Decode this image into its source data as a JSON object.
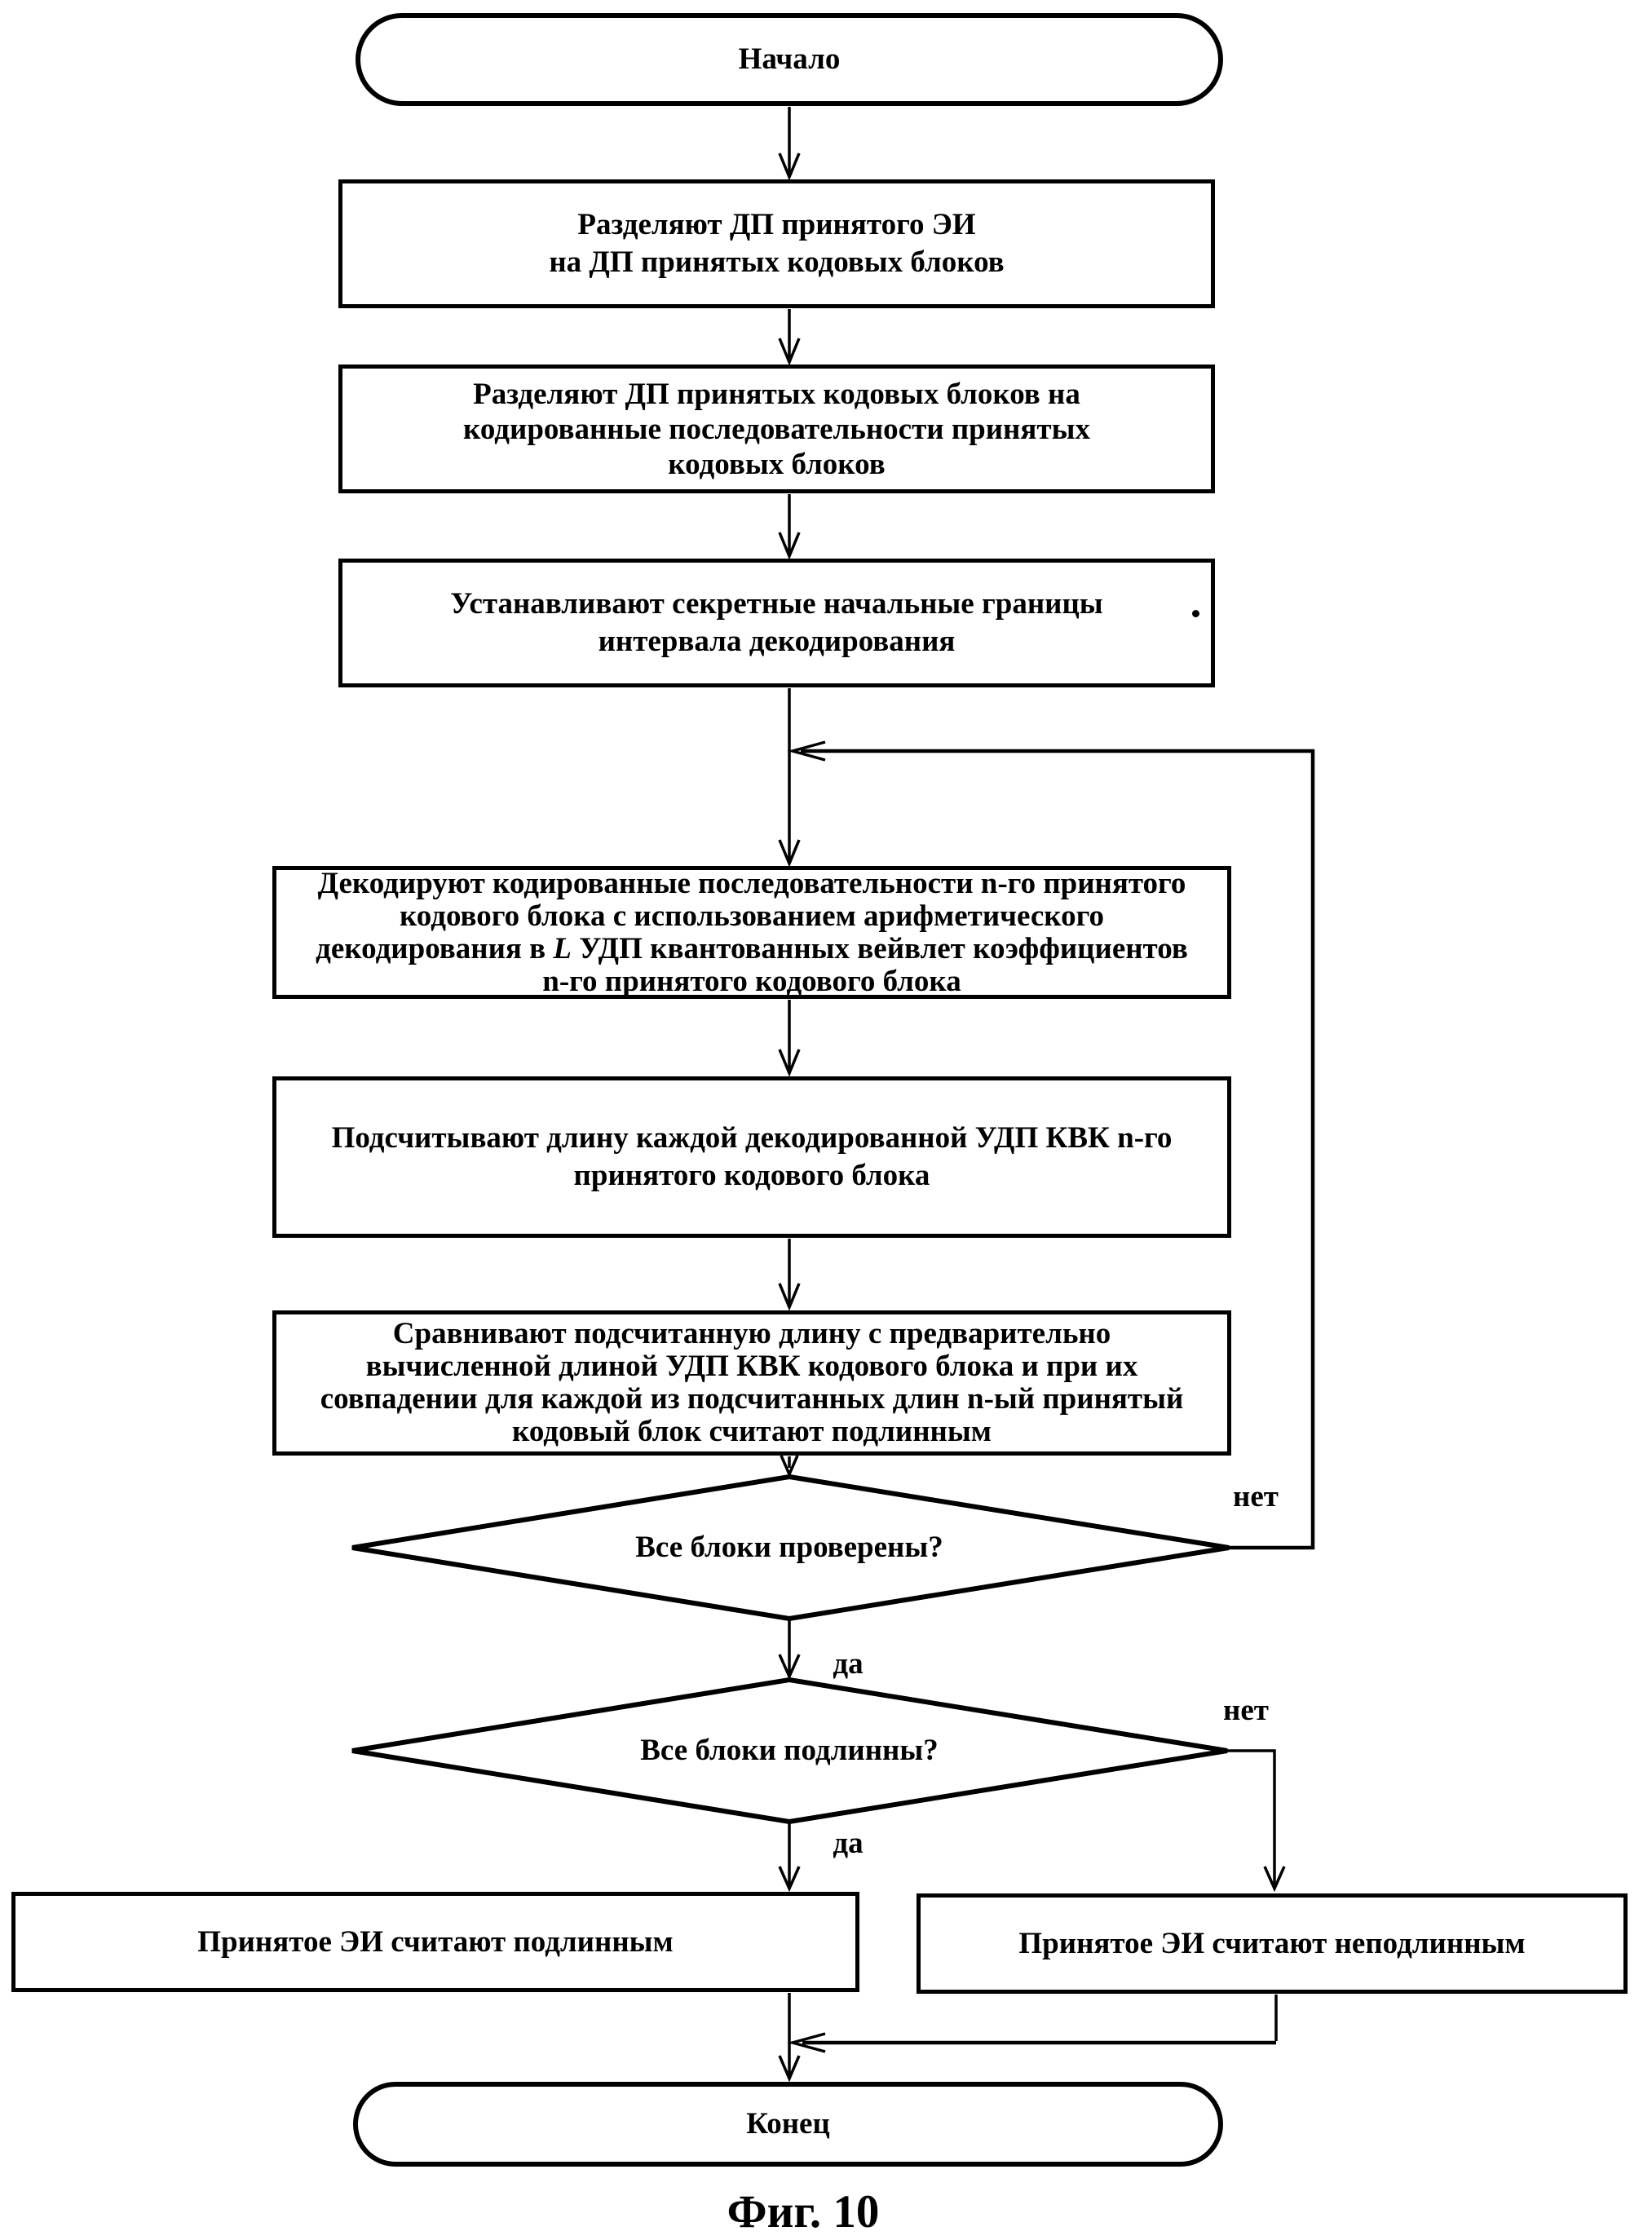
{
  "terminators": {
    "start": "Начало",
    "end": "Конец"
  },
  "steps": {
    "split_ei": {
      "lines": [
        "Разделяют ДП принятого ЭИ",
        "на ДП принятых кодовых блоков"
      ]
    },
    "split_blocks": {
      "lines": [
        "Разделяют ДП принятых кодовых блоков на",
        "кодированные последовательности принятых",
        "кодовых блоков"
      ]
    },
    "set_bounds": {
      "lines": [
        "Устанавливают секретные начальные границы",
        "интервала декодирования"
      ]
    },
    "decode": {
      "lines": [
        "Декодируют кодированные последовательности n-го принятого",
        "кодового блока с использованием арифметического"
      ],
      "line3_prefix": "декодирования в ",
      "line3_var": "L",
      "line3_suffix": " УДП квантованных вейвлет коэффициентов",
      "line4": "n-го принятого кодового блока"
    },
    "count_length": {
      "lines": [
        "Подсчитывают длину каждой декодированной УДП КВК n-го",
        "принятого кодового блока"
      ]
    },
    "compare": {
      "lines": [
        "Сравнивают подсчитанную длину с предварительно",
        "вычисленной длиной УДП КВК кодового блока и при их",
        "совпадении для каждой из подсчитанных длин n-ый принятый",
        "кодовый блок считают подлинным"
      ]
    }
  },
  "decisions": {
    "all_checked": {
      "question": "Все блоки проверены?",
      "yes_label": "да",
      "no_label": "нет"
    },
    "all_authentic": {
      "question": "Все блоки подлинны?",
      "yes_label": "да",
      "no_label": "нет"
    }
  },
  "results": {
    "authentic": "Принятое ЭИ считают подлинным",
    "not_authentic": "Принятое ЭИ считают неподлинным"
  },
  "caption": "Фиг. 10",
  "colors": {
    "ink": "#000000",
    "paper": "#ffffff"
  }
}
